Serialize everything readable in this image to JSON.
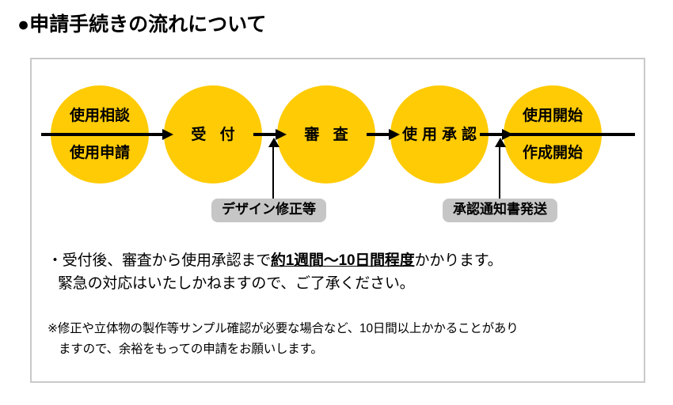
{
  "page": {
    "title": "●申請手続きの流れについて"
  },
  "flow": {
    "nodes": [
      {
        "id": "consult",
        "lines": [
          "使用相談",
          "使用申請"
        ]
      },
      {
        "id": "reception",
        "lines": [
          "受 付"
        ]
      },
      {
        "id": "review",
        "lines": [
          "審 査"
        ]
      },
      {
        "id": "approval",
        "lines": [
          "使用承認"
        ]
      },
      {
        "id": "start",
        "lines": [
          "使用開始",
          "作成開始"
        ]
      }
    ],
    "feedback_labels": [
      {
        "id": "design",
        "text": "デザイン修正等"
      },
      {
        "id": "approval",
        "text": "承認通知書発送"
      }
    ]
  },
  "notes": {
    "main": {
      "prefix": "・受付後、審査から使用承認まで",
      "emphasis": "約1週間～10日間程度",
      "suffix": "かかります。",
      "line2": "緊急の対応はいたしかねますので、ご了承ください。"
    },
    "sub": {
      "line1": "※修正や立体物の製作等サンプル確認が必要な場合など、10日間以上かかることがあり",
      "line2": "ますので、余裕をもっての申請をお願いします。"
    }
  },
  "colors": {
    "node_fill": "#FFCB05",
    "label_fill": "#C6C6C6",
    "frame_border": "#C9C9C9",
    "text": "#000000"
  }
}
